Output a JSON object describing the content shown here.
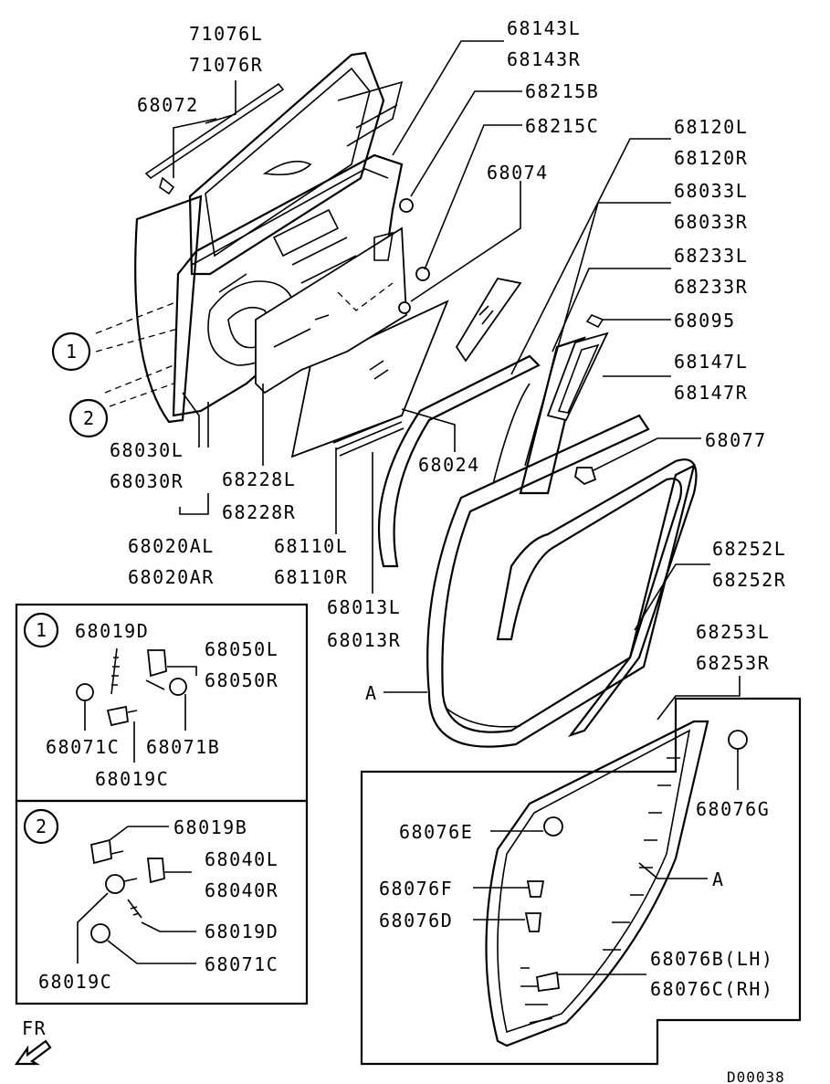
{
  "labels": {
    "p71076L": "71076L",
    "p71076R": "71076R",
    "p68072": "68072",
    "p68143L": "68143L",
    "p68143R": "68143R",
    "p68215B": "68215B",
    "p68215C": "68215C",
    "p68074": "68074",
    "p68120L": "68120L",
    "p68120R": "68120R",
    "p68033L": "68033L",
    "p68033R": "68033R",
    "p68233L": "68233L",
    "p68233R": "68233R",
    "p68095": "68095",
    "p68147L": "68147L",
    "p68147R": "68147R",
    "p68077": "68077",
    "p68024": "68024",
    "p68030L": "68030L",
    "p68030R": "68030R",
    "p68228L": "68228L",
    "p68228R": "68228R",
    "p68020AL": "68020AL",
    "p68020AR": "68020AR",
    "p68110L": "68110L",
    "p68110R": "68110R",
    "p68013L": "68013L",
    "p68013R": "68013R",
    "p68252L": "68252L",
    "p68252R": "68252R",
    "p68253L": "68253L",
    "p68253R": "68253R",
    "pA1": "A",
    "pA2": "A",
    "p68076G": "68076G",
    "p68076E": "68076E",
    "p68076F": "68076F",
    "p68076D": "68076D",
    "p68076B": "68076B(LH)",
    "p68076C": "68076C(RH)",
    "c1": "1",
    "c2": "2",
    "box1_c": "1",
    "box2_c": "2",
    "b1_68019D": "68019D",
    "b1_68050L": "68050L",
    "b1_68050R": "68050R",
    "b1_68071C": "68071C",
    "b1_68071B": "68071B",
    "b1_68019C": "68019C",
    "b2_68019B": "68019B",
    "b2_68040L": "68040L",
    "b2_68040R": "68040R",
    "b2_68019D": "68019D",
    "b2_68019C": "68019C",
    "b2_68071C": "68071C",
    "fr": "FR",
    "code": "D00038"
  }
}
